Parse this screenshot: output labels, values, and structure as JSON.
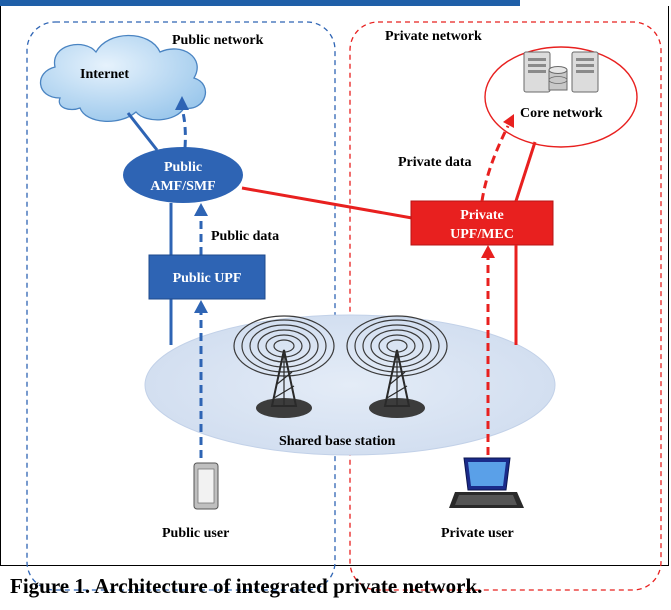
{
  "labels": {
    "public_network": "Public network",
    "private_network": "Private network",
    "internet": "Internet",
    "public_amf_line1": "Public",
    "public_amf_line2": "AMF/SMF",
    "public_data": "Public data",
    "public_upf": "Public UPF",
    "private_data": "Private data",
    "core_network": "Core network",
    "private_upf_line1": "Private",
    "private_upf_line2": "UPF/MEC",
    "shared_base_station": "Shared base station",
    "public_user": "Public user",
    "private_user": "Private user"
  },
  "caption": "Figure 1. Architecture of integrated private network.",
  "colors": {
    "public_blue": "#2e64b4",
    "private_red": "#e8201f",
    "station_fill": "#d8e3f2",
    "cloud_fill": "#bcd9f2"
  }
}
